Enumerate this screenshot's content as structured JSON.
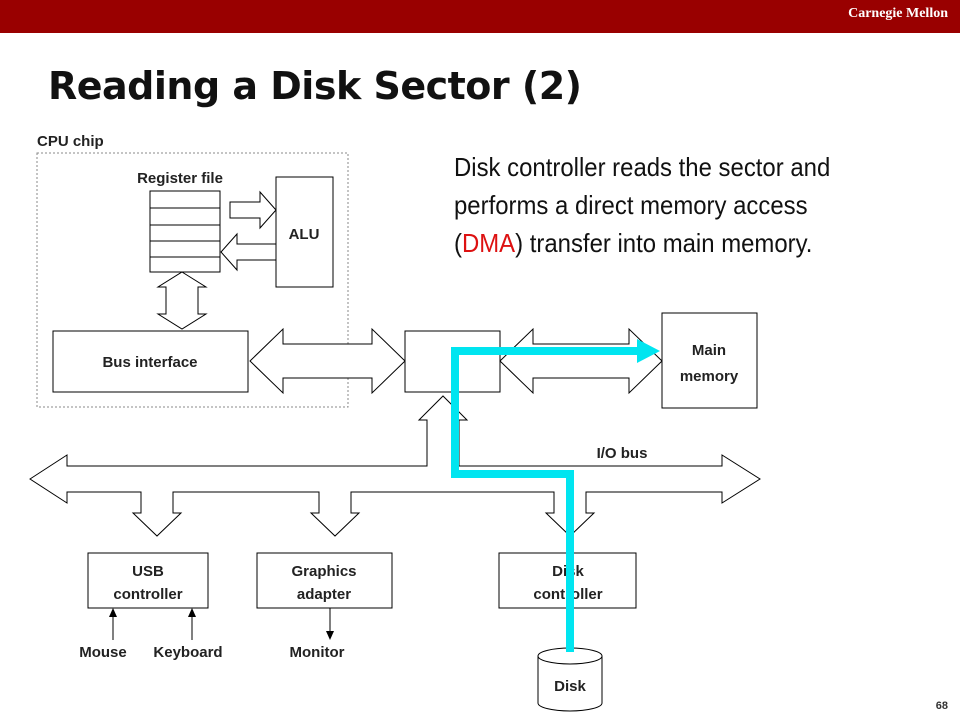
{
  "header": {
    "brand": "Carnegie Mellon",
    "accent_color": "#990000"
  },
  "slide": {
    "title": "Reading a Disk Sector (2)",
    "description": {
      "part1": "Disk controller reads the sector and performs a direct memory access (",
      "highlight": "DMA",
      "part2": ") transfer into main memory."
    },
    "page_number": "68"
  },
  "diagram": {
    "cpu_chip_label": "CPU chip",
    "register_file_label": "Register file",
    "alu_label": "ALU",
    "bus_interface_label": "Bus interface",
    "main_memory_label": [
      "Main",
      "memory"
    ],
    "io_bus_label": "I/O bus",
    "usb_controller_label": [
      "USB",
      "controller"
    ],
    "graphics_adapter_label": [
      "Graphics",
      "adapter"
    ],
    "disk_controller_label": [
      "Disk",
      "controller"
    ],
    "mouse_label": "Mouse",
    "keyboard_label": "Keyboard",
    "monitor_label": "Monitor",
    "disk_label": "Disk",
    "dma_path_color": "#00e5f0"
  }
}
